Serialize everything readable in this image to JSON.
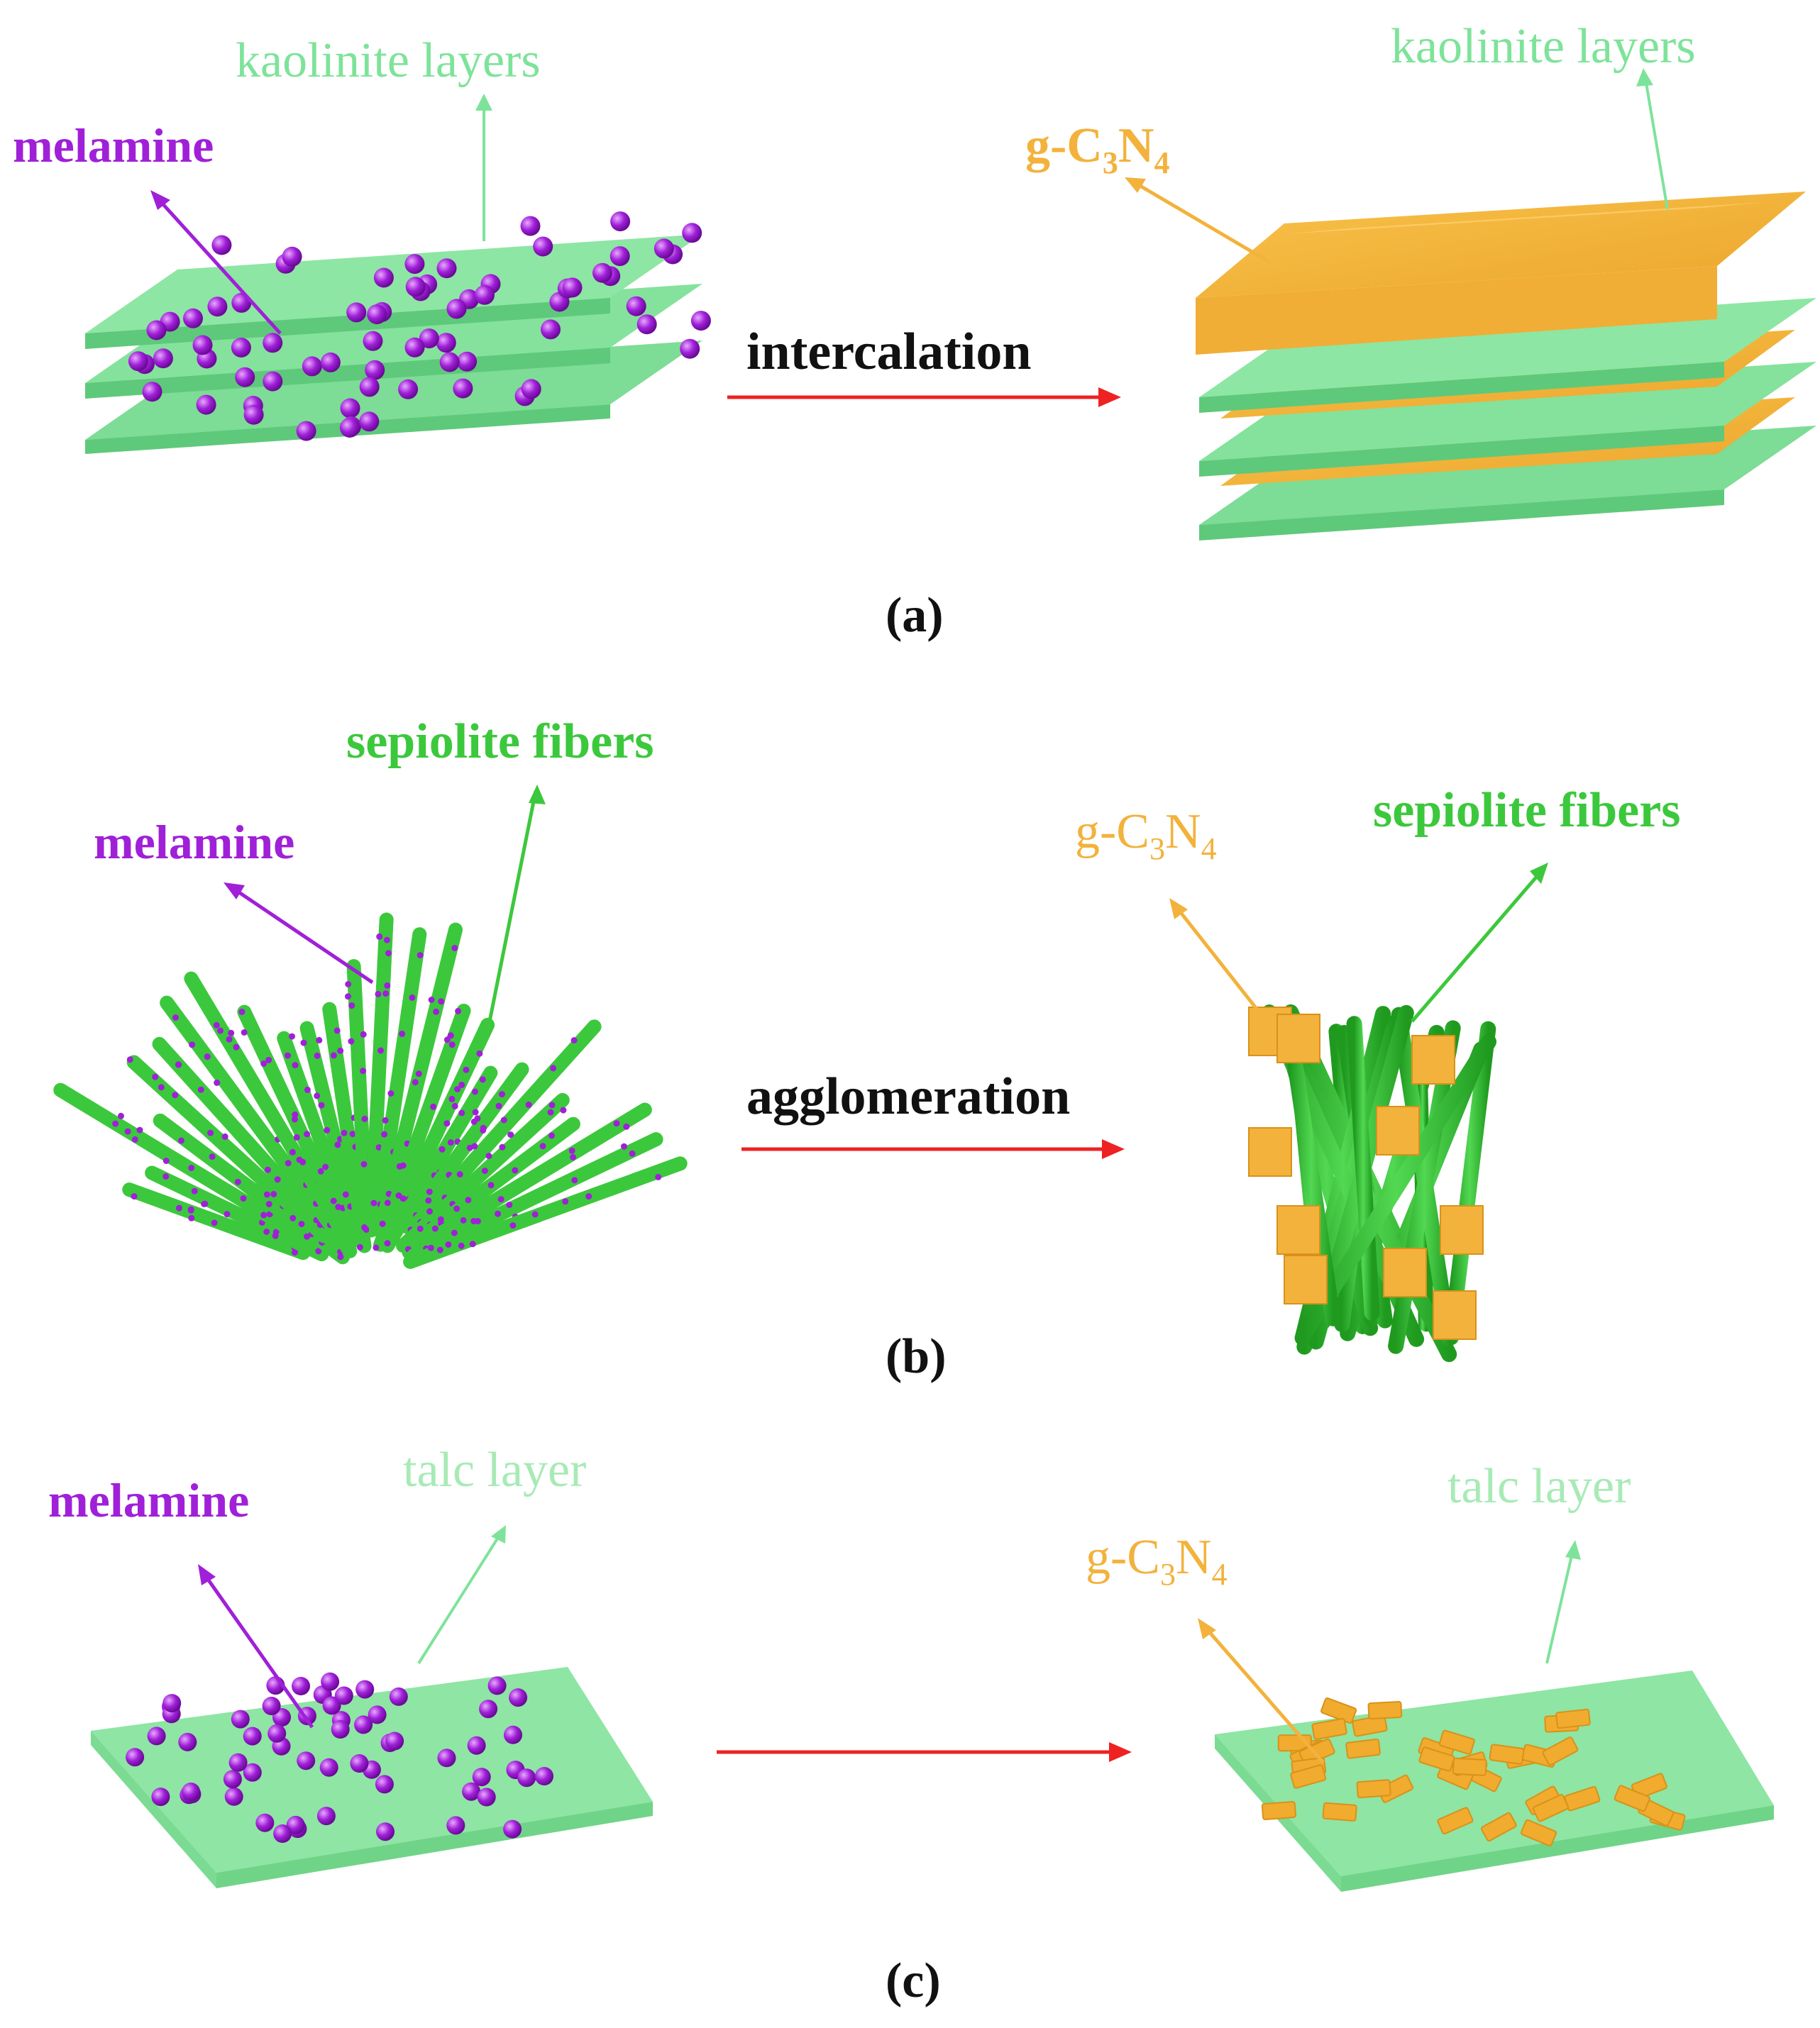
{
  "colors": {
    "melamine": "#a020d8",
    "clay_label": "#7ee39a",
    "sepiolite": "#3cc83c",
    "g_c3n4": "#f3b23c",
    "reaction_arrow": "#ee2222",
    "text": "#111111"
  },
  "panels": [
    {
      "id": "a",
      "caption": "(a)",
      "reaction_label": "intercalation",
      "left": {
        "reactant_label": "melamine",
        "support_label": "kaolinite layers"
      },
      "right": {
        "product_main": "g-C",
        "product_sub1": "3",
        "product_mid": "N",
        "product_sub2": "4",
        "support_label": "kaolinite layers"
      }
    },
    {
      "id": "b",
      "caption": "(b)",
      "reaction_label": "agglomeration",
      "left": {
        "reactant_label": "melamine",
        "support_label": "sepiolite fibers"
      },
      "right": {
        "product_main": "g-C",
        "product_sub1": "3",
        "product_mid": "N",
        "product_sub2": "4",
        "support_label": "sepiolite fibers"
      }
    },
    {
      "id": "c",
      "caption": "(c)",
      "reaction_label": "",
      "left": {
        "reactant_label": "melamine",
        "support_label": "talc layer"
      },
      "right": {
        "product_main": "g-C",
        "product_sub1": "3",
        "product_mid": "N",
        "product_sub2": "4",
        "support_label": "talc layer"
      }
    }
  ]
}
